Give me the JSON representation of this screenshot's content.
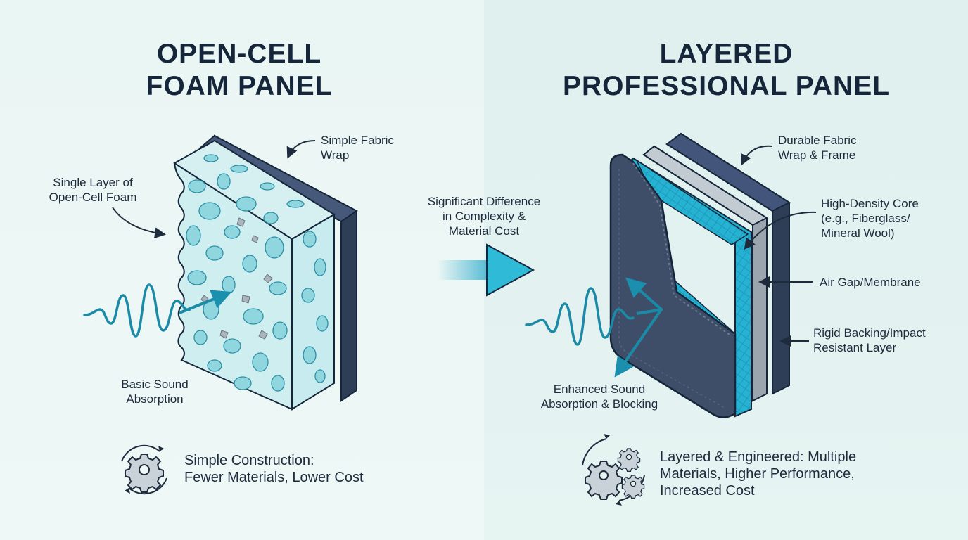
{
  "left": {
    "title_lines": [
      "OPEN-CELL",
      "FOAM PANEL"
    ],
    "labels": {
      "fabric_wrap": [
        "Simple Fabric",
        "Wrap"
      ],
      "foam_layer": [
        "Single Layer of",
        "Open-Cell Foam"
      ],
      "absorption": [
        "Basic Sound",
        "Absorption"
      ]
    },
    "footer_lines": [
      "Simple Construction:",
      "Fewer Materials, Lower Cost"
    ]
  },
  "middle": {
    "note_lines": [
      "Significant Difference",
      "in Complexity &",
      "Material Cost"
    ]
  },
  "right": {
    "title_lines": [
      "LAYERED",
      "PROFESSIONAL PANEL"
    ],
    "labels": {
      "fabric_frame": [
        "Durable Fabric",
        "Wrap & Frame"
      ],
      "core": [
        "High-Density Core",
        "(e.g., Fiberglass/",
        "Mineral Wool)"
      ],
      "air_gap": [
        "Air Gap/Membrane"
      ],
      "backing": [
        "Rigid Backing/Impact",
        "Resistant Layer"
      ],
      "absorption": [
        "Enhanced Sound",
        "Absorption & Blocking"
      ]
    },
    "footer_lines": [
      "Layered & Engineered: Multiple",
      "Materials, Higher Performance,",
      "Increased Cost"
    ]
  },
  "colors": {
    "accent": "#2aa9c9",
    "dark_navy": "#2b3a55",
    "foam": "#bfe7ea",
    "bubble": "#7fcfda",
    "grey_layer": "#9aa5ad"
  },
  "icons": [
    "gear-cycle-icon",
    "multi-gear-icon",
    "sound-wave-icon",
    "arrow-icon"
  ]
}
